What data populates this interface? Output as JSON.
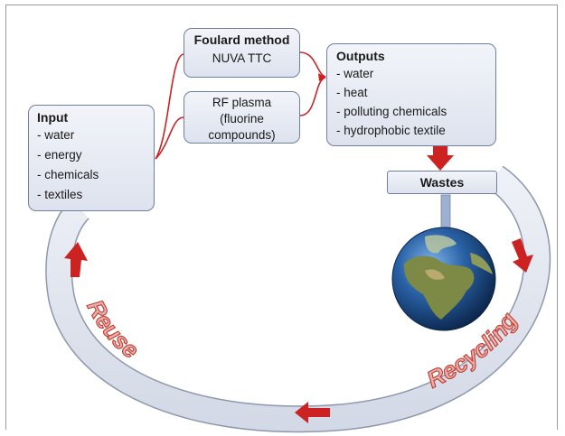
{
  "input": {
    "title": "Input",
    "items": [
      "- water",
      "- energy",
      "- chemicals",
      "- textiles"
    ]
  },
  "foulard": {
    "title": "Foulard method",
    "subtitle": "NUVA TTC"
  },
  "rf_plasma": {
    "lines": [
      "RF plasma",
      "(fluorine",
      "compounds)"
    ]
  },
  "outputs": {
    "title": "Outputs",
    "items": [
      "- water",
      "- heat",
      "- polluting chemicals",
      "- hydrophobic textile"
    ]
  },
  "wastes": {
    "label": "Wastes"
  },
  "cycle": {
    "reuse": "Reuse",
    "recycling": "Recycling"
  },
  "colors": {
    "arrow_red": "#cc2222",
    "box_border": "#6f7fa0",
    "ring": "#dde2ec",
    "earth_ocean": "#1a4f8f",
    "earth_land": "#6b7a3a"
  },
  "icons": {
    "earth": "earth-globe-image"
  }
}
